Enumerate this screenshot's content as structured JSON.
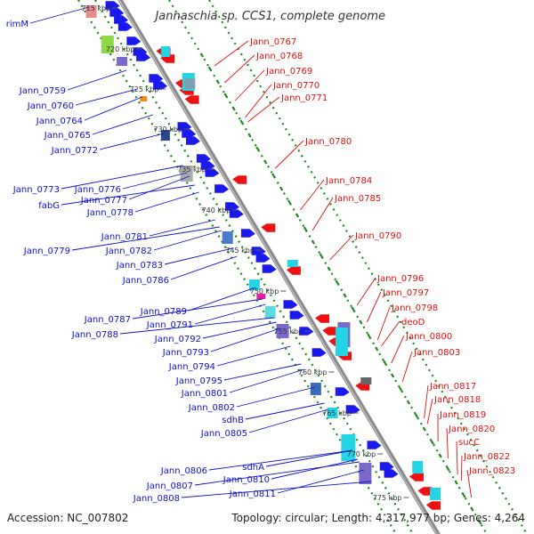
{
  "title": "Jannaschia sp. CCS1, complete genome",
  "footer": {
    "accession": "Accession: NC_007802",
    "stats": "Topology: circular; Length: 4,317,977 bp; Genes: 4,264"
  },
  "colors": {
    "forward": "#1a1aee",
    "reverse": "#ee1111",
    "backbone": "#999999",
    "track_dots": "#1e8a1e"
  },
  "kbp_ticks": [
    "715 kbp",
    "720 kbp",
    "725 kbp",
    "730 kbp",
    "735 kbp",
    "740 kbp",
    "745 kbp",
    "750 kbp",
    "755 kbp",
    "760 kbp",
    "765 kbp",
    "770 kbp",
    "775 kbp"
  ],
  "left_labels": [
    "rimM",
    "Jann_0759",
    "Jann_0760",
    "Jann_0764",
    "Jann_0765",
    "Jann_0772",
    "Jann_0773",
    "fabG",
    "Jann_0776",
    "Jann_0777",
    "Jann_0778",
    "Jann_0781",
    "Jann_0779",
    "Jann_0782",
    "Jann_0783",
    "Jann_0786",
    "Jann_0787",
    "Jann_0788",
    "Jann_0789",
    "Jann_0791",
    "Jann_0792",
    "Jann_0793",
    "Jann_0794",
    "Jann_0795",
    "Jann_0801",
    "Jann_0802",
    "sdhB",
    "Jann_0805",
    "Jann_0806",
    "sdhA",
    "Jann_0807",
    "Jann_0810",
    "Jann_0808",
    "Jann_0811"
  ],
  "right_labels": [
    "Jann_0767",
    "Jann_0768",
    "Jann_0769",
    "Jann_0770",
    "Jann_0771",
    "Jann_0780",
    "Jann_0784",
    "Jann_0785",
    "Jann_0790",
    "Jann_0796",
    "Jann_0797",
    "Jann_0798",
    "deoD",
    "Jann_0800",
    "Jann_0803",
    "Jann_0817",
    "Jann_0818",
    "Jann_0819",
    "Jann_0820",
    "sucC",
    "Jann_0822",
    "Jann_0823"
  ]
}
